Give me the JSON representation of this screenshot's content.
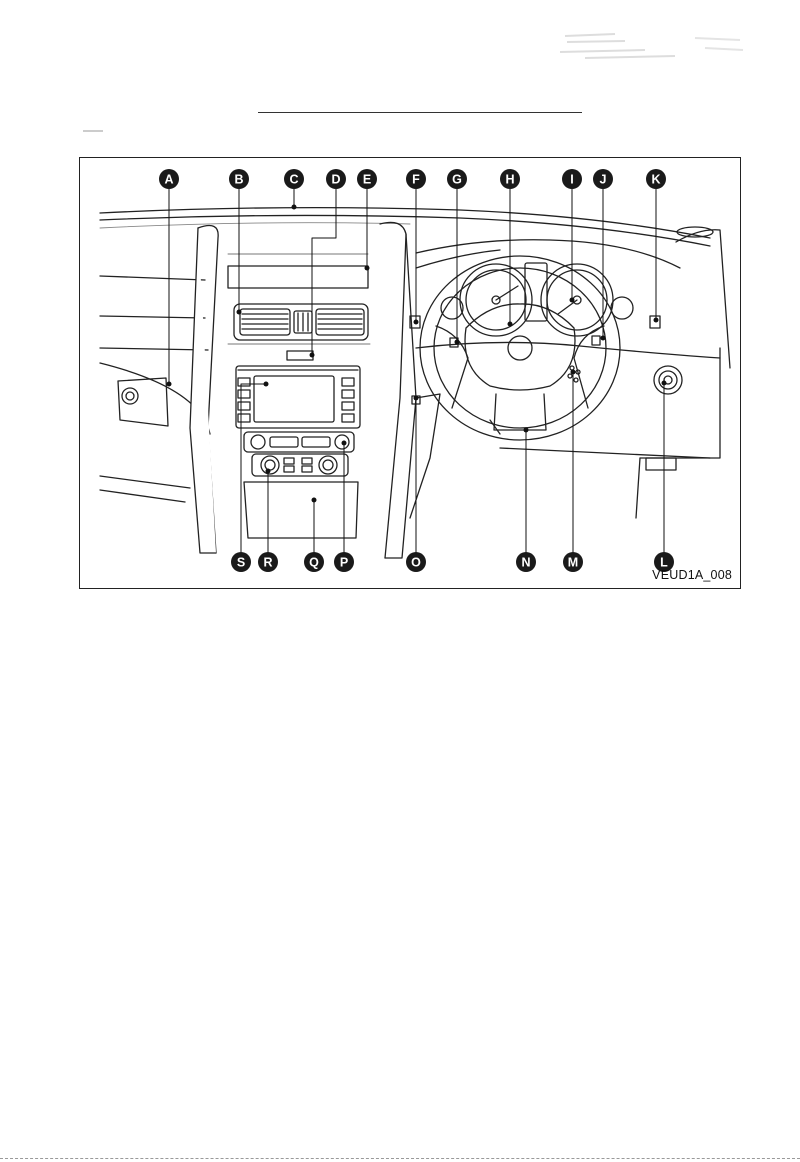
{
  "figure": {
    "code": "VEUD1A_008",
    "callouts_top": [
      "A",
      "B",
      "C",
      "D",
      "E",
      "F",
      "G",
      "H",
      "I",
      "J",
      "K"
    ],
    "callouts_bottom": [
      "S",
      "R",
      "Q",
      "P",
      "O",
      "N",
      "M",
      "L"
    ]
  }
}
